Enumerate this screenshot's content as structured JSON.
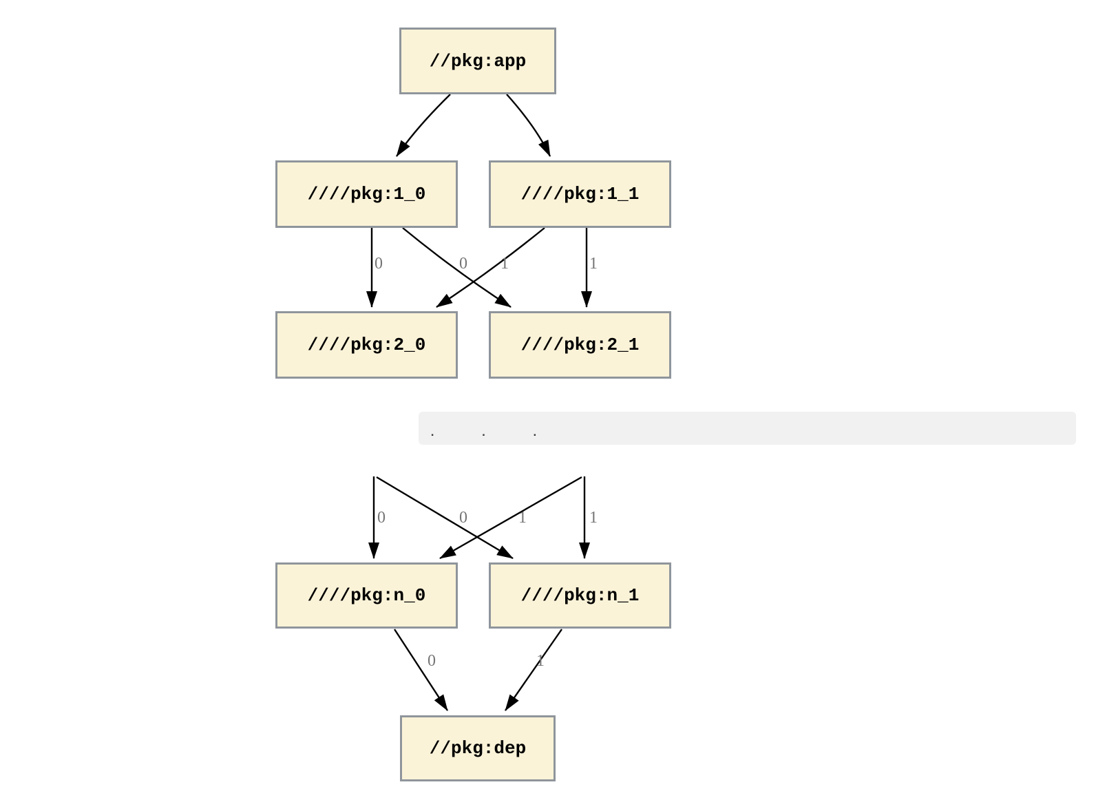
{
  "nodes": {
    "app": "//pkg:app",
    "l1_0": "////pkg:1_0",
    "l1_1": "////pkg:1_1",
    "l2_0": "////pkg:2_0",
    "l2_1": "////pkg:2_1",
    "ln_0": "////pkg:n_0",
    "ln_1": "////pkg:n_1",
    "dep": "//pkg:dep"
  },
  "ellipsis_code": ". . .",
  "edge_labels": {
    "l1_0_to_l2_0": "0",
    "l1_1_to_l2_0": "0",
    "l1_0_to_l2_1": "1",
    "l1_1_to_l2_1": "1",
    "upper_to_n_0": "0",
    "cross_to_n_0": "0",
    "cross_to_n_1": "1",
    "upper_to_n_1": "1",
    "n_0_to_dep": "0",
    "n_1_to_dep": "1"
  },
  "colors": {
    "node_fill": "#FBF3D8",
    "node_border": "#8F959B",
    "edge": "#000000",
    "edge_label_text": "#757575",
    "code_block_bg": "#F1F1F1",
    "page_bg": "#FFFFFF"
  }
}
